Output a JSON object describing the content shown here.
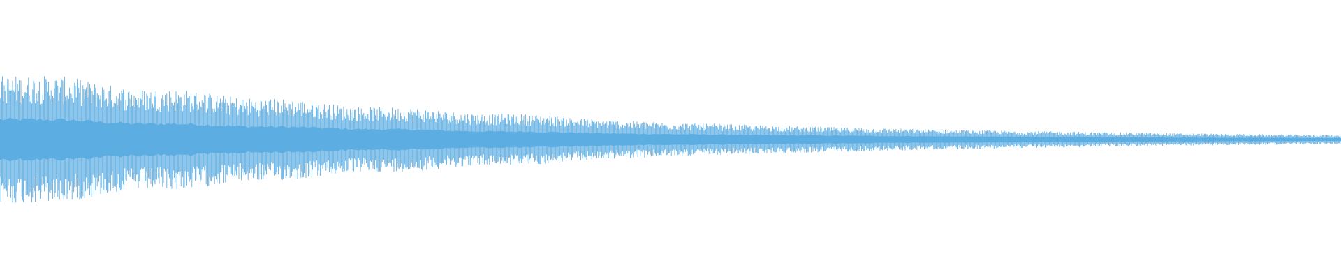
{
  "waveform": {
    "color": "#5dade2",
    "background": "#ffffff",
    "envelope": {
      "start_amplitude": 0.96,
      "end_amplitude": 0.07,
      "decay_shape": "exponential"
    },
    "amplitude_fluctuation": {
      "bumps_at_fraction": [
        0.05,
        0.14,
        0.22,
        0.31,
        0.4
      ],
      "bump_strength": 0.12
    },
    "sample_line_count": 1600,
    "midline_fraction": 0.5
  }
}
